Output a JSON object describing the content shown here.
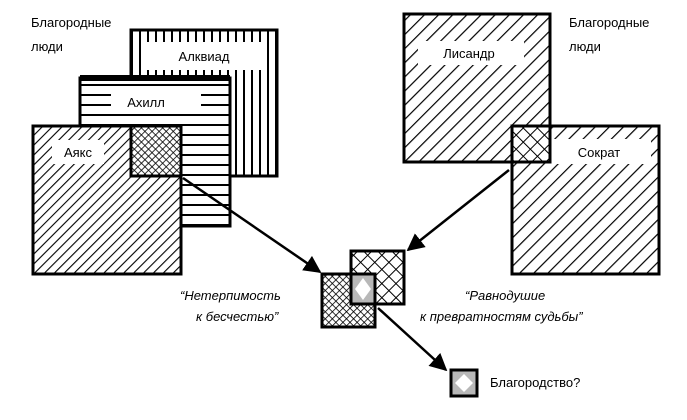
{
  "groups": {
    "left": [
      "Благородные",
      "люди"
    ],
    "right": [
      "Благородные",
      "люди"
    ]
  },
  "persons": {
    "alkiviad": "Алквиад",
    "ahill": "Ахилл",
    "ayaks": "Аякс",
    "lisandr": "Лисандр",
    "sokrat": "Сократ"
  },
  "traits": {
    "intolerance": [
      "“Нетерпимость",
      "к бесчестью”"
    ],
    "indifference": [
      "“Равнодушие",
      "к превратностям судьбы”"
    ]
  },
  "result": "Благородство?"
}
